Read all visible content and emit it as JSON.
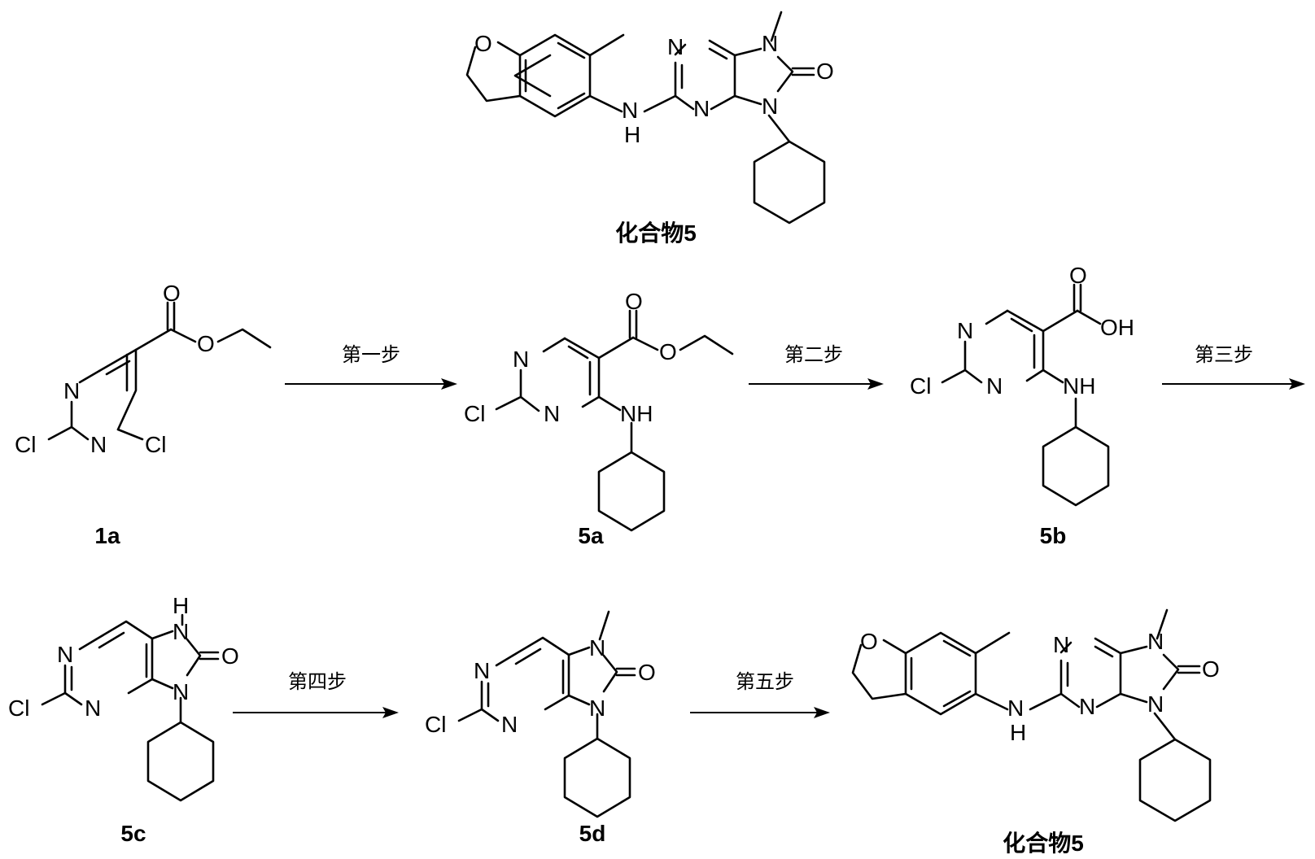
{
  "target": {
    "label": "化合物5",
    "atoms": {
      "N1": "N",
      "N3": "N",
      "N7": "N",
      "N9": "N",
      "O": "O",
      "NH_N": "N",
      "NH_H": "H",
      "ring_O": "O"
    }
  },
  "row1": {
    "compounds": [
      {
        "id": "1a",
        "label": "1a",
        "atoms": {
          "N_top": "N",
          "N_bottom": "N",
          "Cl_left": "Cl",
          "Cl_right": "Cl",
          "O_carbonyl": "O",
          "O_ester": "O"
        }
      },
      {
        "id": "5a",
        "label": "5a",
        "atoms": {
          "N_top": "N",
          "N_bottom": "N",
          "Cl": "Cl",
          "NH": "NH",
          "O_carbonyl": "O",
          "O_ester": "O"
        }
      },
      {
        "id": "5b",
        "label": "5b",
        "atoms": {
          "N_top": "N",
          "N_bottom": "N",
          "Cl": "Cl",
          "NH": "NH",
          "O_carbonyl": "O",
          "OH": "OH"
        }
      }
    ],
    "steps": [
      "第一步",
      "第二步",
      "第三步"
    ]
  },
  "row2": {
    "compounds": [
      {
        "id": "5c",
        "label": "5c",
        "atoms": {
          "N1": "N",
          "N3": "N",
          "N7": "N",
          "N7_H": "H",
          "N9": "N",
          "O": "O",
          "Cl": "Cl"
        }
      },
      {
        "id": "5d",
        "label": "5d",
        "atoms": {
          "N1": "N",
          "N3": "N",
          "N7": "N",
          "N9": "N",
          "O": "O",
          "Cl": "Cl"
        }
      },
      {
        "id": "5",
        "label": "化合物5",
        "atoms": {
          "N1": "N",
          "N3": "N",
          "N7": "N",
          "N9": "N",
          "O": "O",
          "NH_N": "N",
          "NH_H": "H",
          "ring_O": "O"
        }
      }
    ],
    "steps": [
      "第四步",
      "第五步"
    ]
  }
}
